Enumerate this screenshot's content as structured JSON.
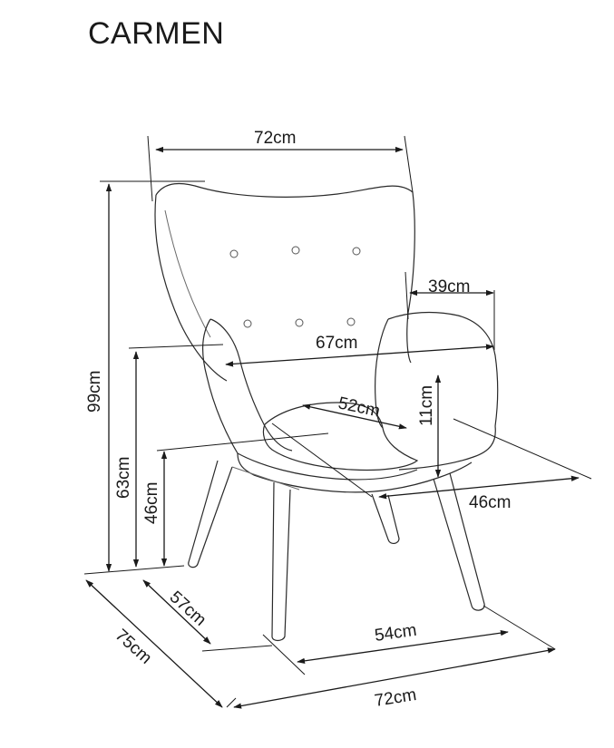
{
  "title": "CARMEN",
  "dimensions": {
    "top_width": "72cm",
    "arm_depth": "39cm",
    "inner_width": "67cm",
    "seat_width": "52cm",
    "arm_height": "11cm",
    "total_height": "99cm",
    "armrest_height": "63cm",
    "seat_height": "46cm",
    "seat_depth": "46cm",
    "side_depth": "57cm",
    "total_depth": "75cm",
    "leg_width": "54cm",
    "bottom_width": "72cm"
  },
  "colors": {
    "line": "#1a1a1a",
    "background": "#ffffff"
  }
}
